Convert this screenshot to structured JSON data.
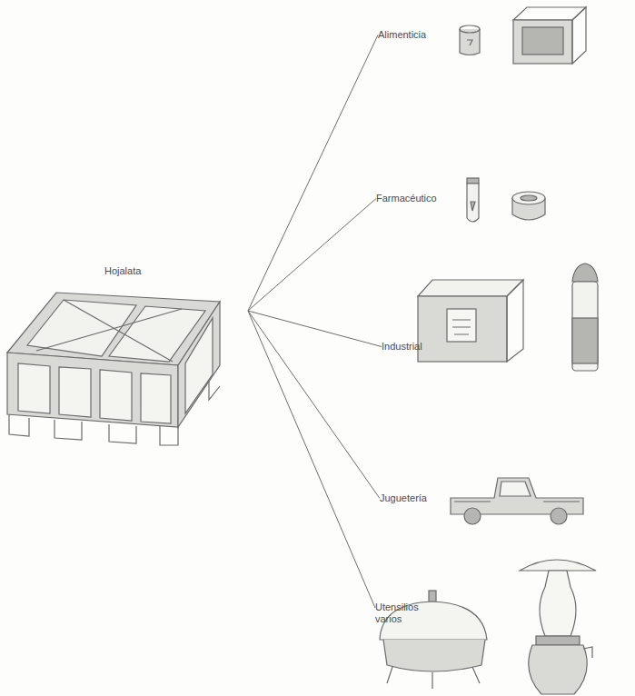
{
  "diagram": {
    "nodes": [
      {
        "text": [
          "Hojalata"
        ]
      },
      {
        "text": [
          "Alimenticia"
        ]
      },
      {
        "text": [
          "Farmacéutico"
        ]
      },
      {
        "text": [
          "Industrial"
        ]
      },
      {
        "text": [
          "Juguetería"
        ]
      },
      {
        "text": [
          "Utensilios varios"
        ]
      }
    ],
    "edges": [
      {
        "from": 0,
        "to": 1,
        "arrow": "none"
      },
      {
        "from": 0,
        "to": 2,
        "arrow": "none"
      },
      {
        "from": 0,
        "to": 3,
        "arrow": "none"
      },
      {
        "from": 0,
        "to": 4,
        "arrow": "none"
      },
      {
        "from": 0,
        "to": 5,
        "arrow": "none"
      }
    ]
  }
}
